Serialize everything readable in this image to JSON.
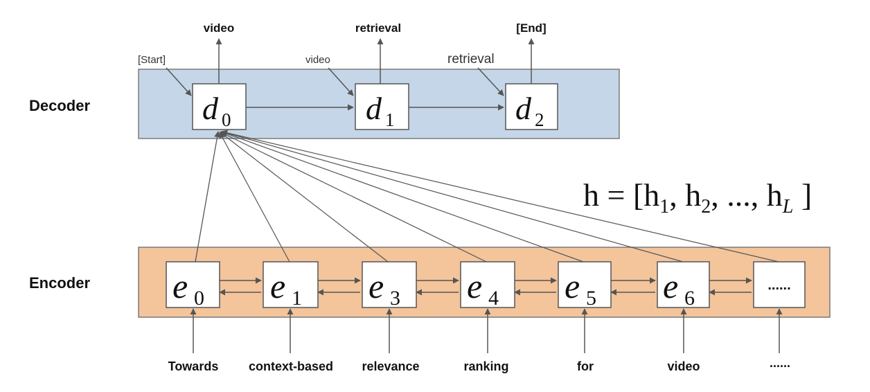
{
  "labels": {
    "decoder": "Decoder",
    "encoder": "Encoder"
  },
  "decoder": {
    "outputs": [
      "video",
      "retrieval",
      "[End]"
    ],
    "inputs": [
      "[Start]",
      "video",
      "retrieval"
    ],
    "cells": [
      {
        "sym": "d",
        "sub": "0"
      },
      {
        "sym": "d",
        "sub": "1"
      },
      {
        "sym": "d",
        "sub": "2"
      }
    ]
  },
  "encoder": {
    "cells": [
      {
        "sym": "e",
        "sub": "0"
      },
      {
        "sym": "e",
        "sub": "1"
      },
      {
        "sym": "e",
        "sub": "3"
      },
      {
        "sym": "e",
        "sub": "4"
      },
      {
        "sym": "e",
        "sub": "5"
      },
      {
        "sym": "e",
        "sub": "6"
      },
      {
        "sym": "......",
        "sub": ""
      }
    ],
    "inputs": [
      "Towards",
      "context-based",
      "relevance",
      "ranking",
      "for",
      "video",
      "......"
    ]
  },
  "hidden_formula": {
    "lhs": "h = [h",
    "sub1": "1",
    "sep1": ", h",
    "sub2": "2",
    "sep2": ", ..., h",
    "subL": "L",
    "close": " ]"
  },
  "colors": {
    "decoder_fill": "#c5d6e8",
    "encoder_fill": "#f4c49b",
    "panel_stroke": "#7a7a7a",
    "arrow": "#555555"
  }
}
